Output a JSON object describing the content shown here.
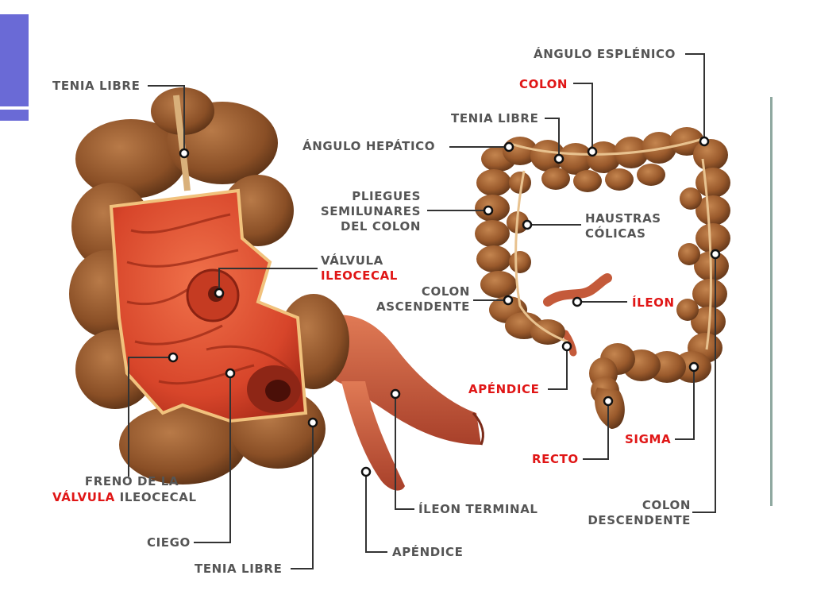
{
  "colors": {
    "accent": "#6a6ad6",
    "label_text": "#555555",
    "highlight": "#e01616",
    "tissue": "#9a5a2c",
    "mucosa": "#d7452a"
  },
  "icons": [
    "cecum-illustration",
    "colon-illustration",
    "marker-dot-icon"
  ],
  "left_labels": {
    "tenia_libre_top": "TENIA LIBRE",
    "valvula": "VÁLVULA",
    "ileocecal": "ILEOCECAL",
    "freno_line1": "FRENO DE LA",
    "freno_valvula": "VÁLVULA",
    "freno_ileocecal": " ILEOCECAL",
    "ciego": "CIEGO",
    "tenia_libre_bottom": "TENIA LIBRE",
    "ileon_terminal": "ÍLEON TERMINAL",
    "apendice": "APÉNDICE"
  },
  "right_labels": {
    "angulo_esplenico": "ÁNGULO ESPLÉNICO",
    "colon": "COLON",
    "tenia_libre": "TENIA LIBRE",
    "angulo_hepatico": "ÁNGULO HEPÁTICO",
    "pliegues_1": "PLIEGUES",
    "pliegues_2": "SEMILUNARES",
    "pliegues_3": "DEL COLON",
    "haustras_1": "HAUSTRAS",
    "haustras_2": "CÓLICAS",
    "colon_ascendente_1": "COLON",
    "colon_ascendente_2": "ASCENDENTE",
    "ileon": "ÍLEON",
    "apendice": "APÉNDICE",
    "sigma": "SIGMA",
    "recto": "RECTO",
    "colon_descendente_1": "COLON",
    "colon_descendente_2": "DESCENDENTE"
  }
}
